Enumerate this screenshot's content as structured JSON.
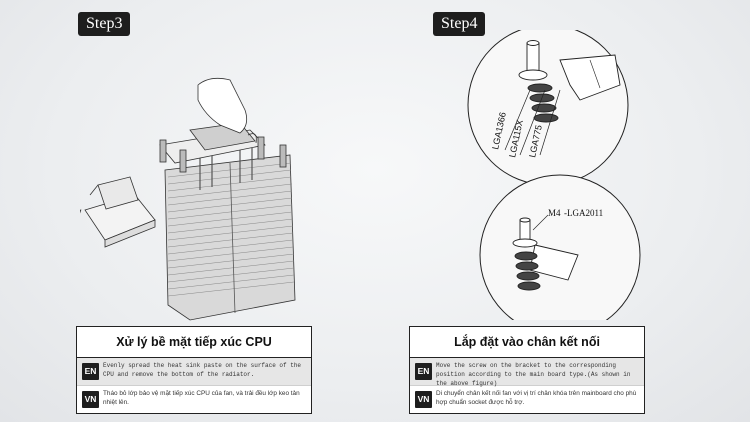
{
  "step3": {
    "badge": "Step3",
    "title": "Xử lý bề mặt tiếp xúc CPU",
    "en_tag": "EN",
    "en_text": "Evenly spread the heat sink paste on the surface of the CPU and remove the bottom of the radiator.",
    "vn_tag": "VN",
    "vn_text": "Tháo bỏ lớp bảo vệ mặt tiếp xúc CPU của fan, và trải đều lớp keo tản nhiệt lên."
  },
  "step4": {
    "badge": "Step4",
    "title": "Lắp đặt vào chân kết nối",
    "en_tag": "EN",
    "en_text": "Move the screw on the bracket to the corresponding position according to the main board type.(As shown in the above figure)",
    "vn_tag": "VN",
    "vn_text": "Di chuyển chân kết nối fan với vị trí chân khóa trên mainboard cho phù hợp chuẩn socket được hỗ trợ.",
    "top_labels": [
      "LGA1366",
      "LGA115X",
      "LGA775"
    ],
    "bottom_label_main": "M4",
    "bottom_label_sub": "-LGA2011"
  },
  "colors": {
    "badge_bg": "#1e1e1e",
    "tag_bg": "#1e1e1e",
    "en_row_bg": "#e6e6e6"
  }
}
